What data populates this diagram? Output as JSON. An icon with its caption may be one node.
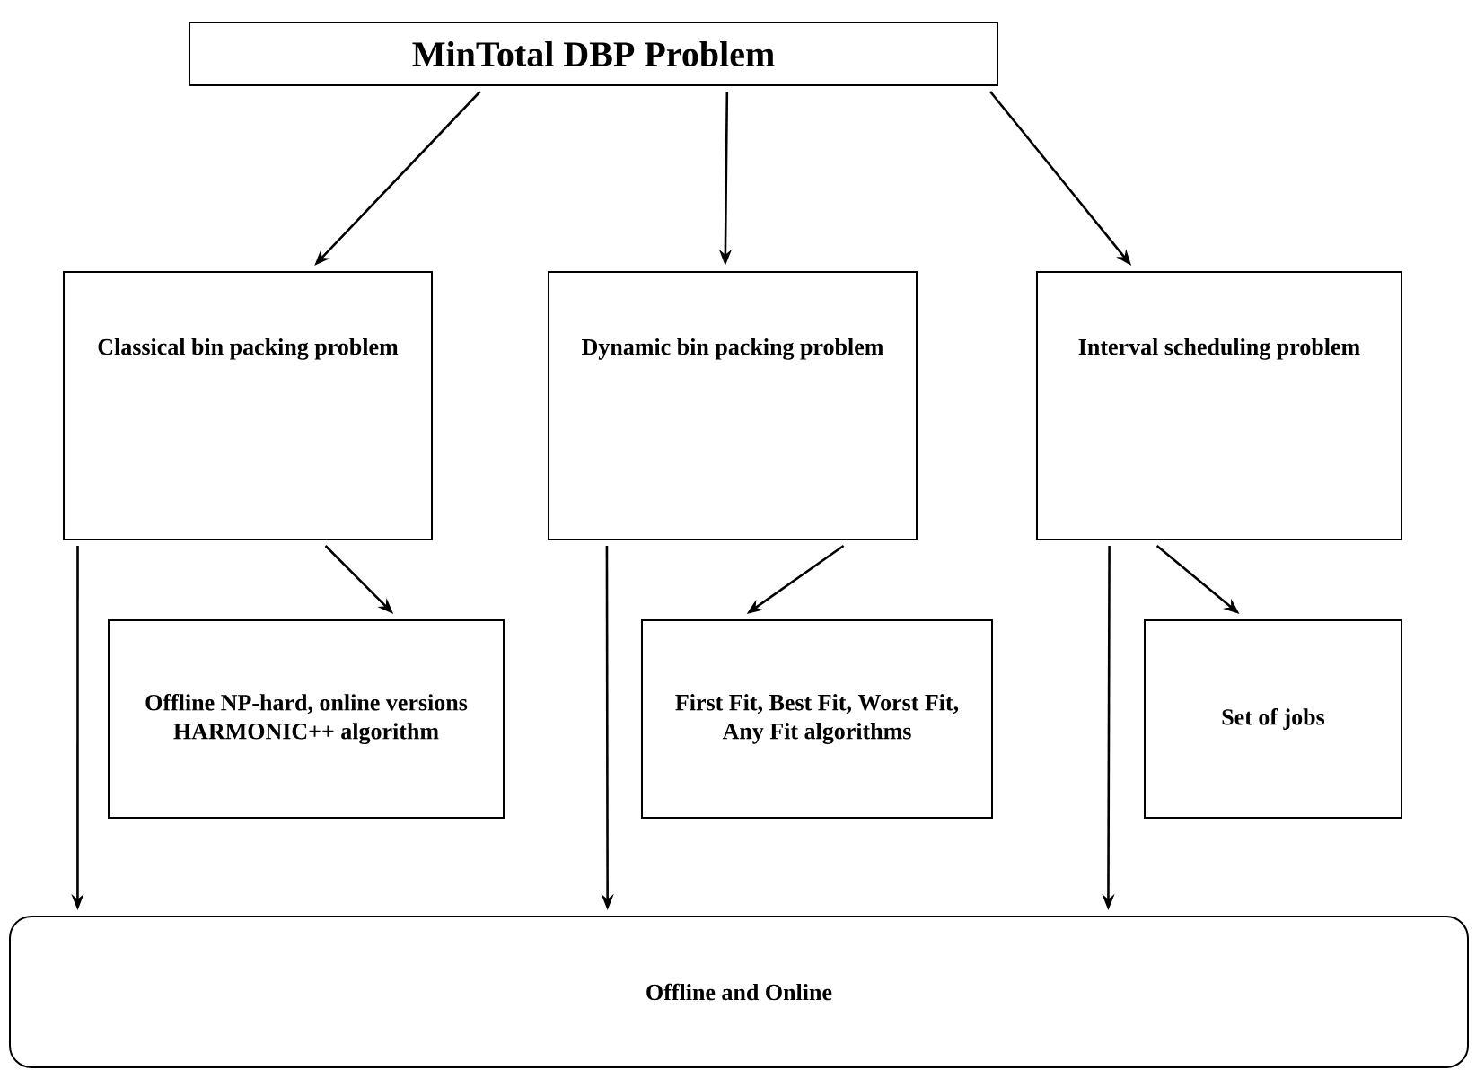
{
  "diagram": {
    "nodes": [
      {
        "text": [
          "MinTotal DBP Problem"
        ]
      },
      {
        "text": [
          "Classical bin packing problem"
        ]
      },
      {
        "text": [
          "Dynamic bin packing problem"
        ]
      },
      {
        "text": [
          "Interval scheduling problem"
        ]
      },
      {
        "text": [
          "Offline NP-hard, online versions HARMONIC++ algorithm"
        ]
      },
      {
        "text": [
          "First Fit, Best Fit, Worst Fit, Any Fit algorithms"
        ]
      },
      {
        "text": [
          "Set of jobs"
        ]
      },
      {
        "text": [
          "Offline and Online"
        ]
      }
    ],
    "edges": [
      {
        "from": 0,
        "to": 1,
        "arrow": "to"
      },
      {
        "from": 0,
        "to": 2,
        "arrow": "to"
      },
      {
        "from": 0,
        "to": 3,
        "arrow": "to"
      },
      {
        "from": 1,
        "to": 4,
        "arrow": "to"
      },
      {
        "from": 2,
        "to": 5,
        "arrow": "to"
      },
      {
        "from": 3,
        "to": 6,
        "arrow": "to"
      },
      {
        "from": 1,
        "to": 7,
        "arrow": "to"
      },
      {
        "from": 2,
        "to": 7,
        "arrow": "to"
      },
      {
        "from": 3,
        "to": 7,
        "arrow": "to"
      }
    ]
  }
}
